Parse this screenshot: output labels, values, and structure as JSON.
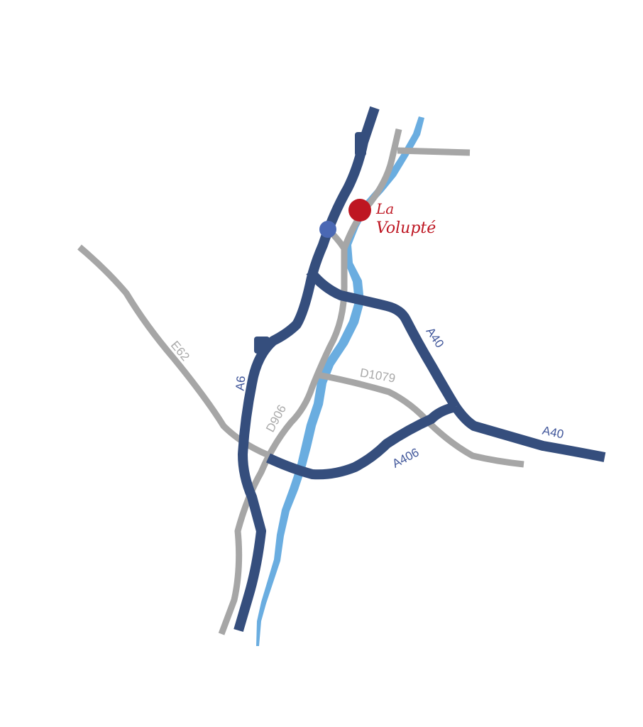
{
  "colors": {
    "background": "#ffffff",
    "highway": "#354e7d",
    "highway_label": "#40569a",
    "secondary_road": "#a6a6a6",
    "secondary_label": "#a9a9a9",
    "river": "#6aade0",
    "poi_marker": "#be1622",
    "junction_marker": "#4a68b4",
    "brand_text": "#be1622"
  },
  "map": {
    "roads": [
      {
        "id": "a6",
        "label": "A6",
        "class": "highway"
      },
      {
        "id": "a40-north",
        "label": "A40",
        "class": "highway"
      },
      {
        "id": "a40-east",
        "label": "A40",
        "class": "highway"
      },
      {
        "id": "a406",
        "label": "A406",
        "class": "highway"
      },
      {
        "id": "e62",
        "label": "E62",
        "class": "secondary"
      },
      {
        "id": "d906",
        "label": "D906",
        "class": "secondary"
      },
      {
        "id": "d1079",
        "label": "D1079",
        "class": "secondary"
      }
    ],
    "river": {
      "icon": "river-shape"
    },
    "poi": {
      "name_line1": "La",
      "name_line2": "Volupté",
      "icon": "location-dot-icon"
    },
    "junction": {
      "icon": "junction-dot-icon"
    }
  }
}
